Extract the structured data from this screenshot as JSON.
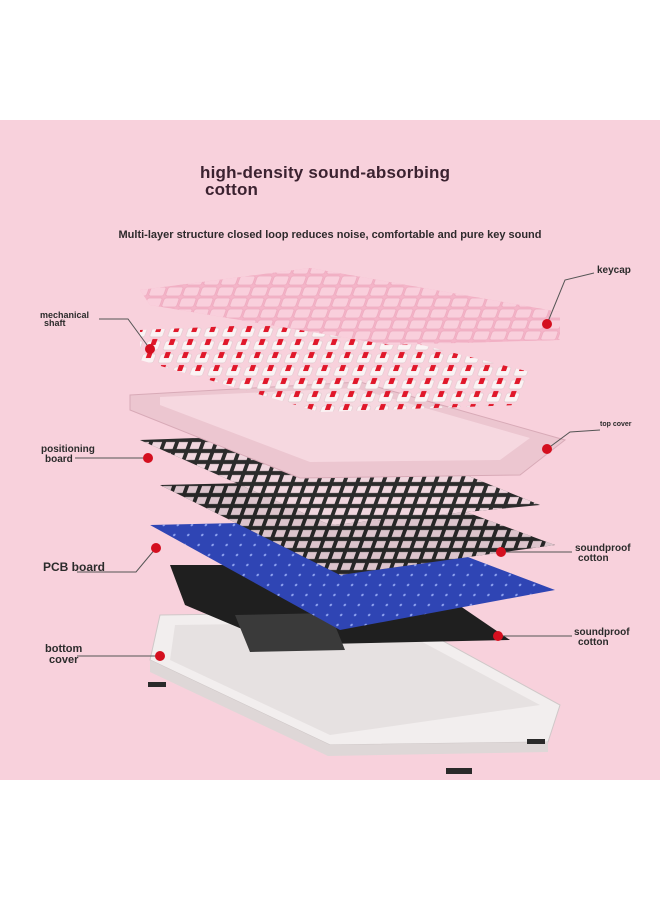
{
  "title_line1": "high-density sound-absorbing",
  "title_line2": "cotton",
  "subtitle": "Multi-layer structure closed loop reduces noise, comfortable and pure key sound",
  "labels": {
    "keycap": "keycap",
    "mechanical_shaft_1": "mechanical",
    "mechanical_shaft_2": "shaft",
    "top_cover": "top cover",
    "positioning_board_1": "positioning",
    "positioning_board_2": "board",
    "soundproof_cotton_upper_1": "soundproof",
    "soundproof_cotton_upper_2": "cotton",
    "pcb_board": "PCB board",
    "soundproof_cotton_lower_1": "soundproof",
    "soundproof_cotton_lower_2": "cotton",
    "bottom_cover_1": "bottom",
    "bottom_cover_2": "cover"
  },
  "colors": {
    "background": "#f8d1dc",
    "keycap": "#f5b9cb",
    "top_cover": "#ecc4ce",
    "plate": "#2c2c2c",
    "pcb": "#2e44b0",
    "cotton": "#1e1e1e",
    "bottom_cover": "#eeeaea",
    "marker": "#d40f1f"
  }
}
